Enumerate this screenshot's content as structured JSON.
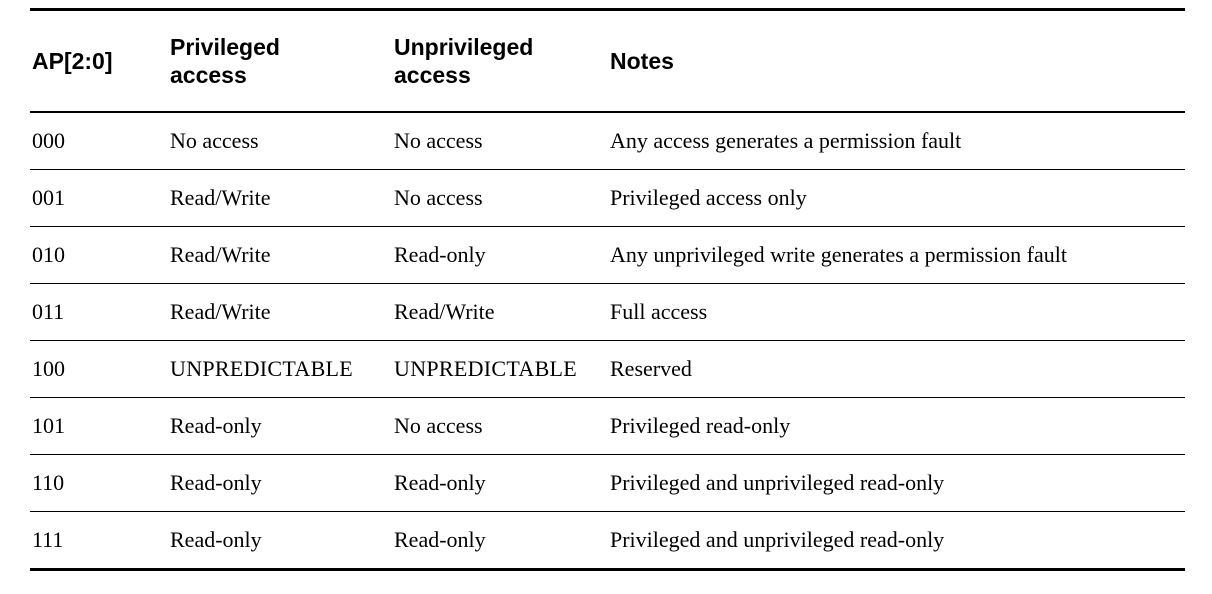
{
  "table": {
    "headers": {
      "ap": "AP[2:0]",
      "privileged": "Privileged\naccess",
      "unprivileged": "Unprivileged\naccess",
      "notes": "Notes"
    },
    "rows": [
      {
        "ap": "000",
        "privileged": "No access",
        "unprivileged": "No access",
        "notes": "Any access generates a permission fault"
      },
      {
        "ap": "001",
        "privileged": "Read/Write",
        "unprivileged": "No access",
        "notes": "Privileged access only"
      },
      {
        "ap": "010",
        "privileged": "Read/Write",
        "unprivileged": "Read-only",
        "notes": "Any unprivileged write generates a permission fault"
      },
      {
        "ap": "011",
        "privileged": "Read/Write",
        "unprivileged": "Read/Write",
        "notes": "Full access"
      },
      {
        "ap": "100",
        "privileged": "UNPREDICTABLE",
        "unprivileged": "UNPREDICTABLE",
        "notes": "Reserved"
      },
      {
        "ap": "101",
        "privileged": "Read-only",
        "unprivileged": "No access",
        "notes": "Privileged read-only"
      },
      {
        "ap": "110",
        "privileged": "Read-only",
        "unprivileged": "Read-only",
        "notes": "Privileged and unprivileged read-only"
      },
      {
        "ap": "111",
        "privileged": "Read-only",
        "unprivileged": "Read-only",
        "notes": "Privileged and unprivileged read-only"
      }
    ]
  }
}
